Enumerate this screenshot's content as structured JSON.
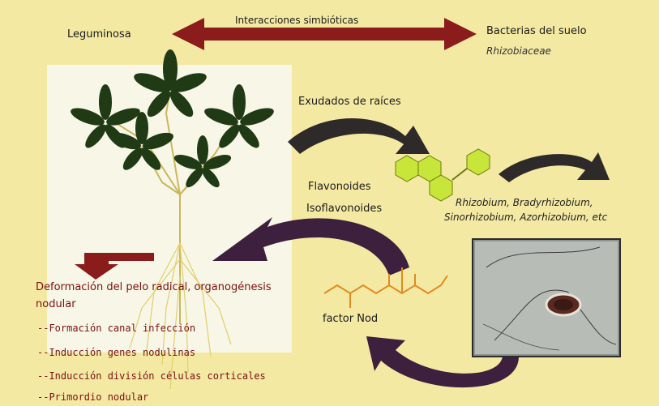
{
  "diagram": {
    "top_arrow_label": "Interacciones simbióticas",
    "left_title": "Leguminosa",
    "right_title": "Bacterias del suelo",
    "right_subtitle": "Rhizobiaceae",
    "exudates_label": "Exudados de raíces",
    "flavonoids_label": "Flavonoides",
    "isoflavonoids_label": "Isoflavonoides",
    "bacteria_line1": "Rhizobium, Bradyrhizobium,",
    "bacteria_line2": "Sinorhizobium, Azorhizobium, etc",
    "nod_factor_label": "factor Nod",
    "deformation_line1": "Deformación del pelo radical, organogénesis",
    "deformation_line2": "nodular",
    "steps": [
      "--Formación canal infección",
      "--Inducción genes nodulinas",
      "--Inducción división células corticales",
      "--Primordio nodular"
    ],
    "colors": {
      "background": "#f4e9a3",
      "panel": "#f8f6e6",
      "arrow_red": "#8a1c1c",
      "arrow_dark": "#2e2a2a",
      "arrow_purple": "#3d1f3e",
      "text_red": "#7a1010",
      "plant_green": "#1f3a14",
      "flavonoid_green": "#c8e63a",
      "nod_orange": "#e28a1e"
    }
  }
}
